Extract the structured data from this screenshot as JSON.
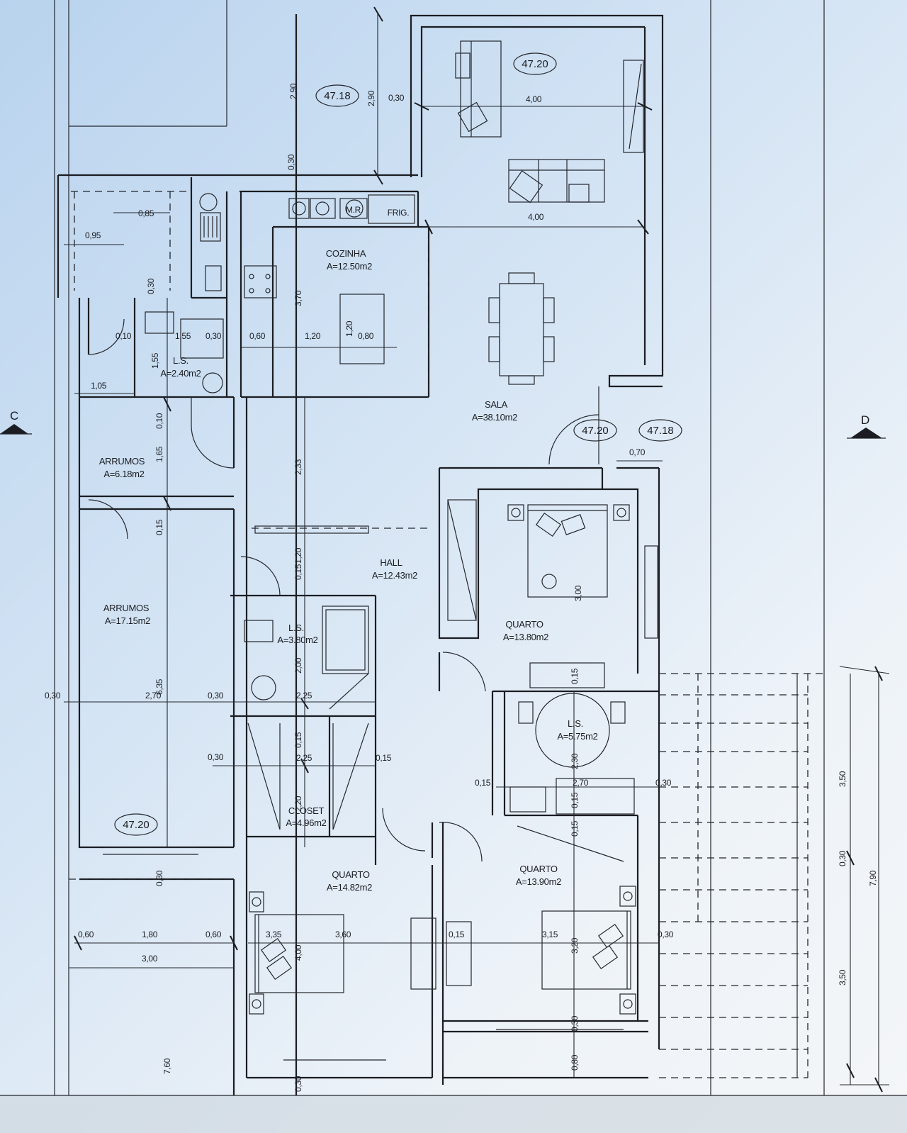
{
  "rooms": [
    {
      "name": "COZINHA",
      "area": "A=12.50m2"
    },
    {
      "name": "SALA",
      "area": "A=38.10m2"
    },
    {
      "name": "L.S.",
      "area": "A=2.40m2"
    },
    {
      "name": "ARRUMOS",
      "area": "A=6.18m2"
    },
    {
      "name": "ARRUMOS",
      "area": "A=17.15m2"
    },
    {
      "name": "HALL",
      "area": "A=12.43m2"
    },
    {
      "name": "L.S.",
      "area": "A=3.80m2"
    },
    {
      "name": "QUARTO",
      "area": "A=13.80m2"
    },
    {
      "name": "L.S.",
      "area": "A=5.75m2"
    },
    {
      "name": "CLOSET",
      "area": "A=4.96m2"
    },
    {
      "name": "QUARTO",
      "area": "A=14.82m2"
    },
    {
      "name": "QUARTO",
      "area": "A=13.90m2"
    }
  ],
  "levels": [
    "47.20",
    "47.18",
    "47.20",
    "47.18",
    "47.20"
  ],
  "labels": [
    "FRIG.",
    "M.R."
  ],
  "dims": [
    "2,90",
    "2,90",
    "0,30",
    "4,00",
    "4,00",
    "0,30",
    "0,85",
    "0,95",
    "0,30",
    "3,70",
    "0,10",
    "1,55",
    "0,30",
    "0,60",
    "1,20",
    "1,20",
    "0,80",
    "1,55",
    "1,05",
    "0,10",
    "1,65",
    "2,33",
    "0,70",
    "0,15",
    "0,15",
    "1,20",
    "3,00",
    "2,00",
    "0,15",
    "6,35",
    "0,30",
    "2,70",
    "0,30",
    "2,25",
    "0,30",
    "2,25",
    "0,15",
    "0,15",
    "2,30",
    "0,15",
    "2,20",
    "2,70",
    "0,30",
    "0,15",
    "3,50",
    "0,30",
    "3,60",
    "0,15",
    "0,30",
    "3,20",
    "0,60",
    "1,80",
    "0,60",
    "3,00",
    "4,00",
    "3,15",
    "3,35",
    "0,30",
    "3,50",
    "7,90",
    "0,80",
    "7,60",
    "0,30",
    "0,15",
    "0,30"
  ],
  "section_marks": {
    "left": "C",
    "right": "D"
  },
  "colors": {
    "line": "#1b1d22",
    "screen_tint": "#b9d3ee"
  }
}
